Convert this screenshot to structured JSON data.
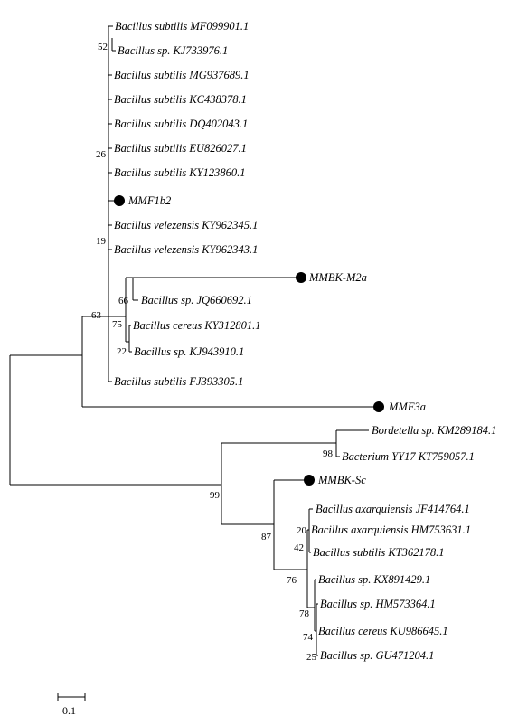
{
  "tree": {
    "leaves": [
      {
        "id": "l01",
        "label": "Bacillus subtilis MF099901.1",
        "marked": false
      },
      {
        "id": "l02",
        "label": "Bacillus sp. KJ733976.1",
        "marked": false
      },
      {
        "id": "l03",
        "label": "Bacillus subtilis MG937689.1",
        "marked": false
      },
      {
        "id": "l04",
        "label": "Bacillus subtilis KC438378.1",
        "marked": false
      },
      {
        "id": "l05",
        "label": "Bacillus subtilis DQ402043.1",
        "marked": false
      },
      {
        "id": "l06",
        "label": "Bacillus subtilis EU826027.1",
        "marked": false
      },
      {
        "id": "l07",
        "label": "Bacillus subtilis KY123860.1",
        "marked": false
      },
      {
        "id": "l08",
        "label": "MMF1b2",
        "marked": true
      },
      {
        "id": "l09",
        "label": "Bacillus velezensis KY962345.1",
        "marked": false
      },
      {
        "id": "l10",
        "label": "Bacillus velezensis KY962343.1",
        "marked": false
      },
      {
        "id": "l11",
        "label": "MMBK-M2a",
        "marked": true
      },
      {
        "id": "l12",
        "label": "Bacillus sp. JQ660692.1",
        "marked": false
      },
      {
        "id": "l13",
        "label": "Bacillus cereus KY312801.1",
        "marked": false
      },
      {
        "id": "l14",
        "label": "Bacillus sp. KJ943910.1",
        "marked": false
      },
      {
        "id": "l15",
        "label": "Bacillus subtilis FJ393305.1",
        "marked": false
      },
      {
        "id": "l16",
        "label": "MMF3a",
        "marked": true
      },
      {
        "id": "l17",
        "label": "Bordetella sp. KM289184.1",
        "marked": false
      },
      {
        "id": "l18",
        "label": "Bacterium YY17 KT759057.1",
        "marked": false
      },
      {
        "id": "l19",
        "label": "MMBK-Sc",
        "marked": true
      },
      {
        "id": "l20",
        "label": "Bacillus axarquiensis JF414764.1",
        "marked": false
      },
      {
        "id": "l21",
        "label": "Bacillus axarquiensis HM753631.1",
        "marked": false
      },
      {
        "id": "l22",
        "label": "Bacillus subtilis KT362178.1",
        "marked": false
      },
      {
        "id": "l23",
        "label": "Bacillus sp. KX891429.1",
        "marked": false
      },
      {
        "id": "l24",
        "label": "Bacillus sp. HM573364.1",
        "marked": false
      },
      {
        "id": "l25",
        "label": "Bacillus cereus KU986645.1",
        "marked": false
      },
      {
        "id": "l26",
        "label": "Bacillus sp. GU471204.1",
        "marked": false
      }
    ],
    "bootstrap": [
      "52",
      "26",
      "19",
      "63",
      "66",
      "75",
      "22",
      "98",
      "99",
      "87",
      "20",
      "42",
      "76",
      "78",
      "74",
      "25"
    ],
    "scale_bar": {
      "label": "0.1"
    }
  }
}
